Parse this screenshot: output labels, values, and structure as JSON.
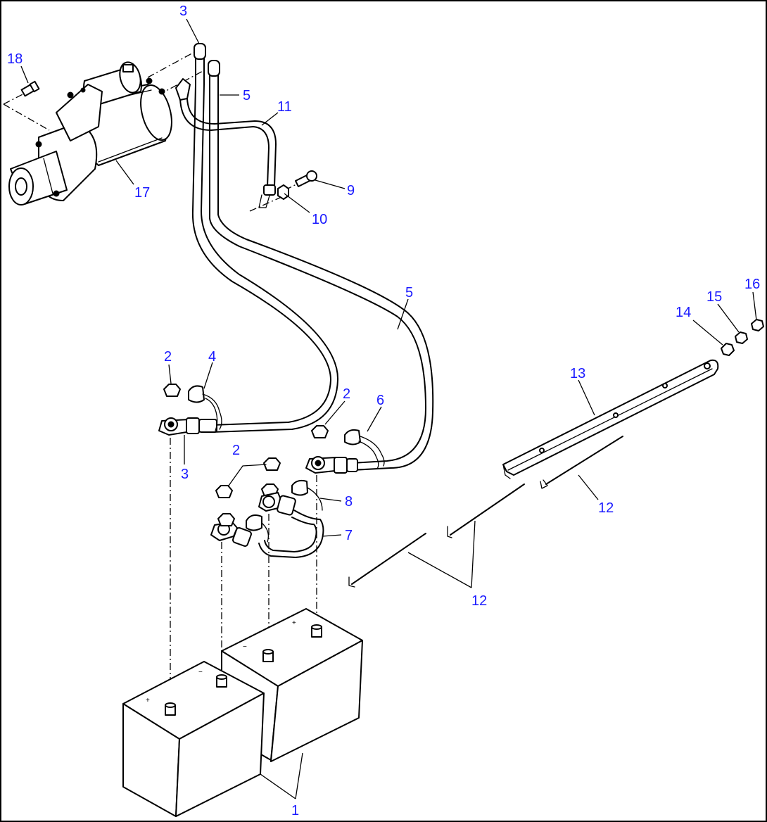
{
  "callouts": {
    "c1": "1",
    "c2a": "2",
    "c2b": "2",
    "c2c": "2",
    "c3a": "3",
    "c3b": "3",
    "c4": "4",
    "c5a": "5",
    "c5b": "5",
    "c6": "6",
    "c7": "7",
    "c8": "8",
    "c9": "9",
    "c10": "10",
    "c11": "11",
    "c12a": "12",
    "c12b": "12",
    "c13": "13",
    "c14": "14",
    "c15": "15",
    "c16": "16",
    "c17": "17",
    "c18": "18"
  },
  "terminal_marks": {
    "neg": "−",
    "pos": "+"
  },
  "colors": {
    "callout": "#1a1aff",
    "line": "#000000",
    "background": "#ffffff"
  }
}
